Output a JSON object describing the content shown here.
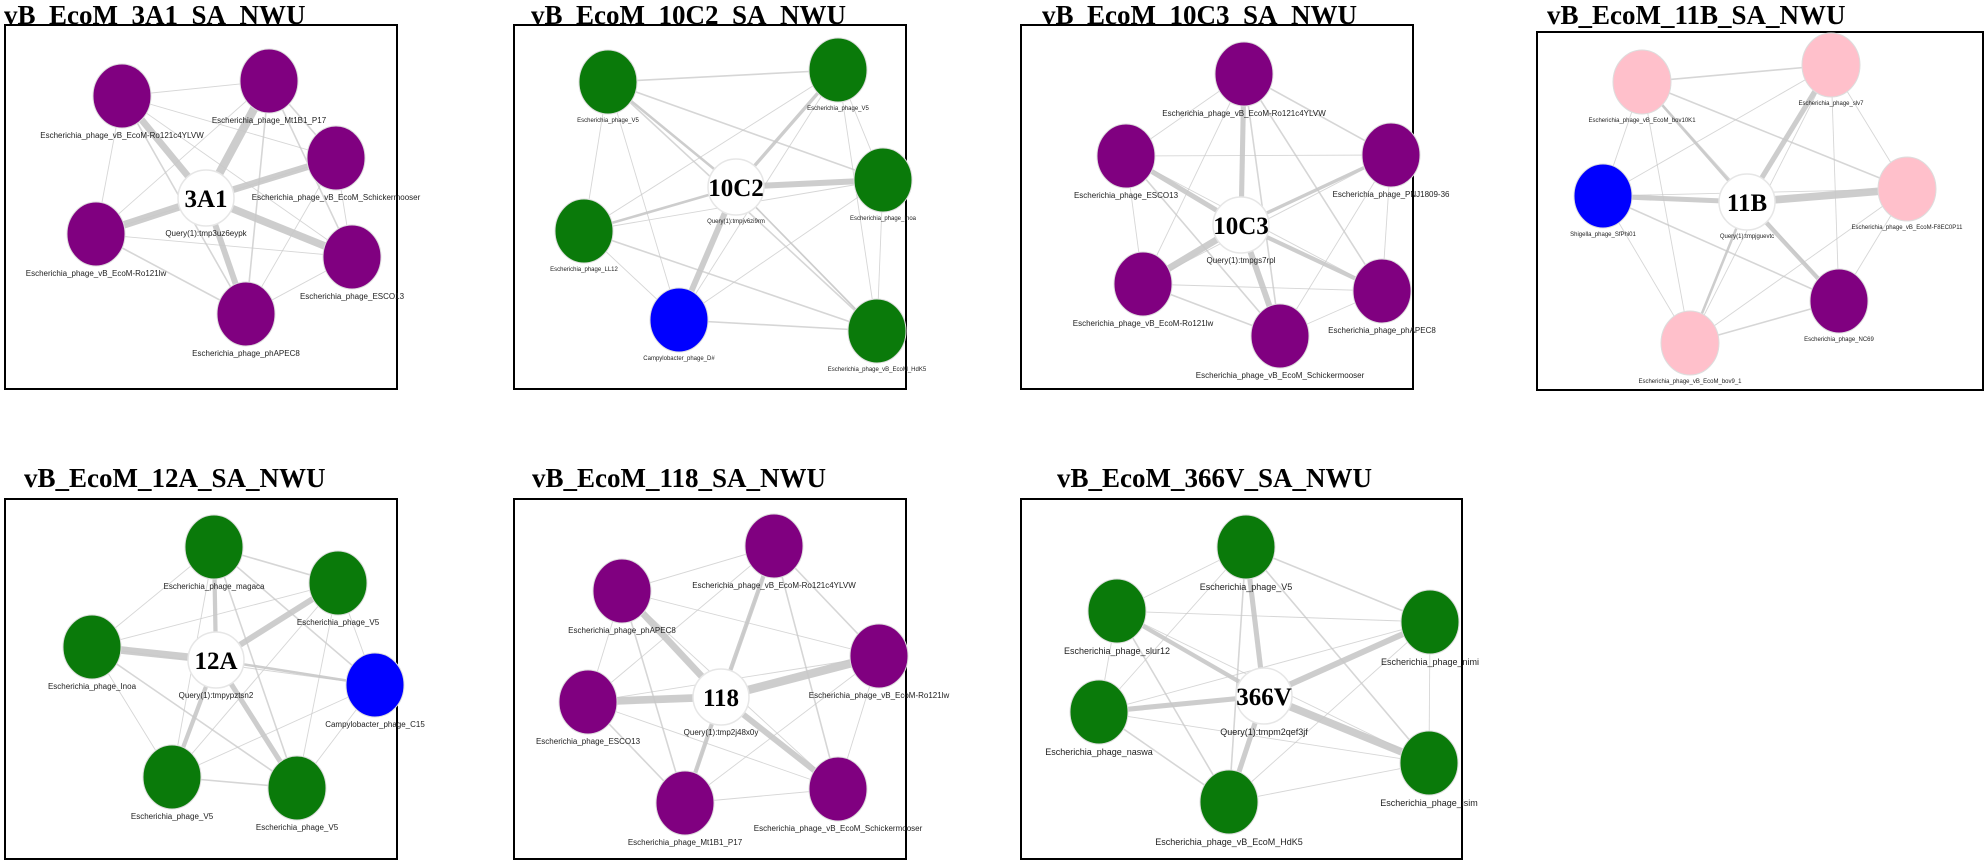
{
  "colors": {
    "purple": "#800080",
    "green": "#0a7a0a",
    "blue": "#0000ff",
    "pink": "#ffc0cb",
    "query_node": "#ffffff",
    "edge": "#c8c8c8"
  },
  "panels": [
    {
      "title": "vB_EcoM_3A1_SA_NWU",
      "query": {
        "label": "3A1",
        "sub": "Query(1):tmp3uz6eypk"
      },
      "nodes": [
        {
          "label": "Escherichia_phage_Mt1B1_P17",
          "color": "purple",
          "weight": 10
        },
        {
          "label": "Escherichia_phage_vB_EcoM_Schickermooser",
          "color": "purple",
          "weight": 8
        },
        {
          "label": "Escherichia_phage_ESCO13",
          "color": "purple",
          "weight": 9
        },
        {
          "label": "Escherichia_phage_phAPEC8",
          "color": "purple",
          "weight": 7
        },
        {
          "label": "Escherichia_phage_vB_EcoM-Ro121lw",
          "color": "purple",
          "weight": 9
        },
        {
          "label": "Escherichia_phage_vB_EcoM-Ro121c4YLVW",
          "color": "purple",
          "weight": 8
        }
      ]
    },
    {
      "title": "vB_EcoM_10C2_SA_NWU",
      "query": {
        "label": "10C2",
        "sub": "Query(1):tmpjv6zi9rm"
      },
      "nodes": [
        {
          "label": "Escherichia_phage_V5",
          "color": "green",
          "weight": 3
        },
        {
          "label": "Escherichia_phage_V5",
          "color": "green",
          "weight": 4
        },
        {
          "label": "Escherichia_phage_Inoa",
          "color": "green",
          "weight": 7
        },
        {
          "label": "Escherichia_phage_vB_EcoM_HdK5",
          "color": "green",
          "weight": 2
        },
        {
          "label": "Campylobacter_phage_D#",
          "color": "blue",
          "weight": 7
        },
        {
          "label": "Escherichia_phage_LL12",
          "color": "green",
          "weight": 3
        }
      ]
    },
    {
      "title": "vB_EcoM_10C3_SA_NWU",
      "query": {
        "label": "10C3",
        "sub": "Query(1):tmpgs7rpl"
      },
      "nodes": [
        {
          "label": "Escherichia_phage_vB_EcoM-Ro121c4YLVW",
          "color": "purple",
          "weight": 6
        },
        {
          "label": "Escherichia_phage_PNJ1809-36",
          "color": "purple",
          "weight": 4
        },
        {
          "label": "Escherichia_phage_phAPEC8",
          "color": "purple",
          "weight": 5
        },
        {
          "label": "Escherichia_phage_vB_EcoM_Schickermooser",
          "color": "purple",
          "weight": 7
        },
        {
          "label": "Escherichia_phage_vB_EcoM-Ro121lw",
          "color": "purple",
          "weight": 8
        },
        {
          "label": "Escherichia_phage_ESCO13",
          "color": "purple",
          "weight": 6
        }
      ]
    },
    {
      "title": "vB_EcoM_11B_SA_NWU",
      "query": {
        "label": "11B",
        "sub": "Query(1):tmpjguevtc"
      },
      "nodes": [
        {
          "label": "Escherichia_phage_vB_EcoM_bov10K1",
          "color": "pink",
          "weight": 3
        },
        {
          "label": "Escherichia_phage_slv7",
          "color": "pink",
          "weight": 6
        },
        {
          "label": "Escherichia_phage_vB_EcoM-F8EC0P11",
          "color": "pink",
          "weight": 9
        },
        {
          "label": "Escherichia_phage_NC69",
          "color": "purple",
          "weight": 5
        },
        {
          "label": "Escherichia_phage_vB_EcoM_bov9_1",
          "color": "pink",
          "weight": 3
        },
        {
          "label": "Shigella_phage_SfPhi01",
          "color": "blue",
          "weight": 6
        }
      ]
    },
    {
      "title": "vB_EcoM_12A_SA_NWU",
      "query": {
        "label": "12A",
        "sub": "Query(1):tmpypztsn2"
      },
      "nodes": [
        {
          "label": "Escherichia_phage_magaca",
          "color": "green",
          "weight": 5
        },
        {
          "label": "Escherichia_phage_V5",
          "color": "green",
          "weight": 7
        },
        {
          "label": "Campylobacter_phage_C15",
          "color": "blue",
          "weight": 3
        },
        {
          "label": "Escherichia_phage_V5",
          "color": "green",
          "weight": 6
        },
        {
          "label": "Escherichia_phage_V5",
          "color": "green",
          "weight": 5
        },
        {
          "label": "Escherichia_phage_Inoa",
          "color": "green",
          "weight": 9
        }
      ]
    },
    {
      "title": "vB_EcoM_118_SA_NWU",
      "query": {
        "label": "118",
        "sub": "Query(1):tmp2j48x0y"
      },
      "nodes": [
        {
          "label": "Escherichia_phage_vB_EcoM-Ro121c4YLVW",
          "color": "purple",
          "weight": 5
        },
        {
          "label": "Escherichia_phage_vB_EcoM-Ro121lw",
          "color": "purple",
          "weight": 10
        },
        {
          "label": "Escherichia_phage_vB_EcoM_Schickermooser",
          "color": "purple",
          "weight": 7
        },
        {
          "label": "Escherichia_phage_Mt1B1_P17",
          "color": "purple",
          "weight": 5
        },
        {
          "label": "Escherichia_phage_ESCO13",
          "color": "purple",
          "weight": 9
        },
        {
          "label": "Escherichia_phage_phAPEC8",
          "color": "purple",
          "weight": 8
        }
      ]
    },
    {
      "title": "vB_EcoM_366V_SA_NWU",
      "query": {
        "label": "366V",
        "sub": "Query(1):tmpm2qef3jf"
      },
      "nodes": [
        {
          "label": "Escherichia_phage_V5",
          "color": "green",
          "weight": 6
        },
        {
          "label": "Escherichia_phage_nimi",
          "color": "green",
          "weight": 7
        },
        {
          "label": "Escherichia_phage_isim",
          "color": "green",
          "weight": 9
        },
        {
          "label": "Escherichia_phage_vB_EcoM_HdK5",
          "color": "green",
          "weight": 6
        },
        {
          "label": "Escherichia_phage_naswa",
          "color": "green",
          "weight": 6
        },
        {
          "label": "Escherichia_phage_slur12",
          "color": "green",
          "weight": 5
        }
      ]
    }
  ]
}
